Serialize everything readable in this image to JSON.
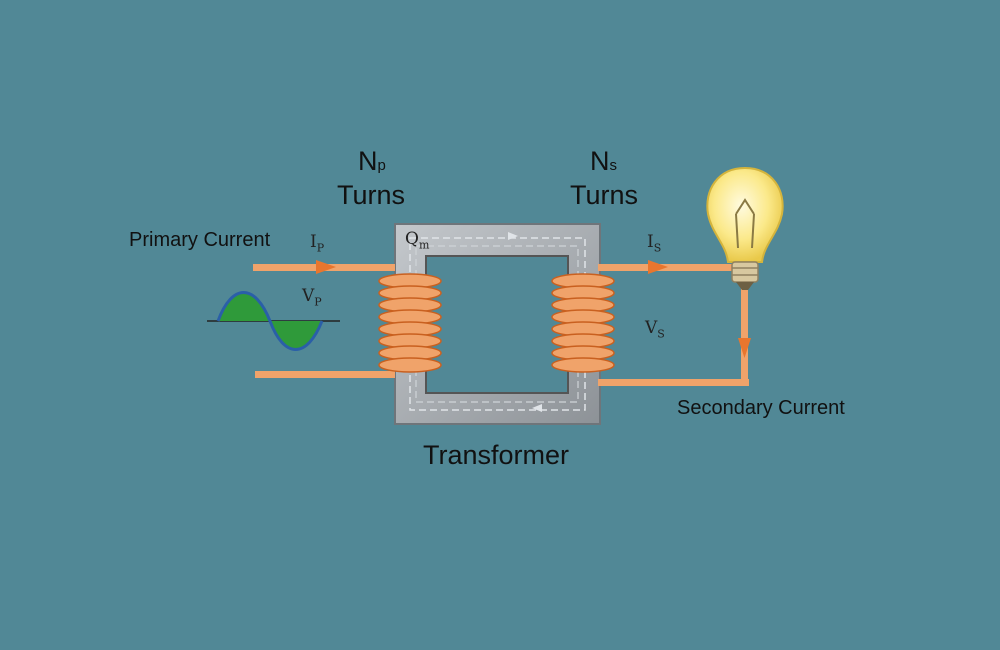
{
  "labels": {
    "np_symbol": "N",
    "np_subscript": "p",
    "np_turns": "Turns",
    "ns_symbol": "N",
    "ns_subscript": "s",
    "ns_turns": "Turns",
    "primary_current": "Primary Current",
    "secondary_current": "Secondary Current",
    "transformer": "Transformer",
    "ip_symbol": "I",
    "ip_subscript": "P",
    "is_symbol": "I",
    "is_subscript": "S",
    "vp_symbol": "V",
    "vp_subscript": "P",
    "vs_symbol": "V",
    "vs_subscript": "S",
    "flux_symbol": "Q",
    "flux_subscript": "m"
  },
  "colors": {
    "background": "#518896",
    "core": "#9aa0a6",
    "wire": "#f0a36a",
    "coil": "#e98a4f",
    "arrow": "#e8762e",
    "wave_fill": "#2f9a3a",
    "wave_line": "#2a5fa8",
    "bulb": "#fbe98a"
  },
  "icons": {
    "bulb": "light-bulb-icon",
    "sine": "sine-wave-icon"
  }
}
